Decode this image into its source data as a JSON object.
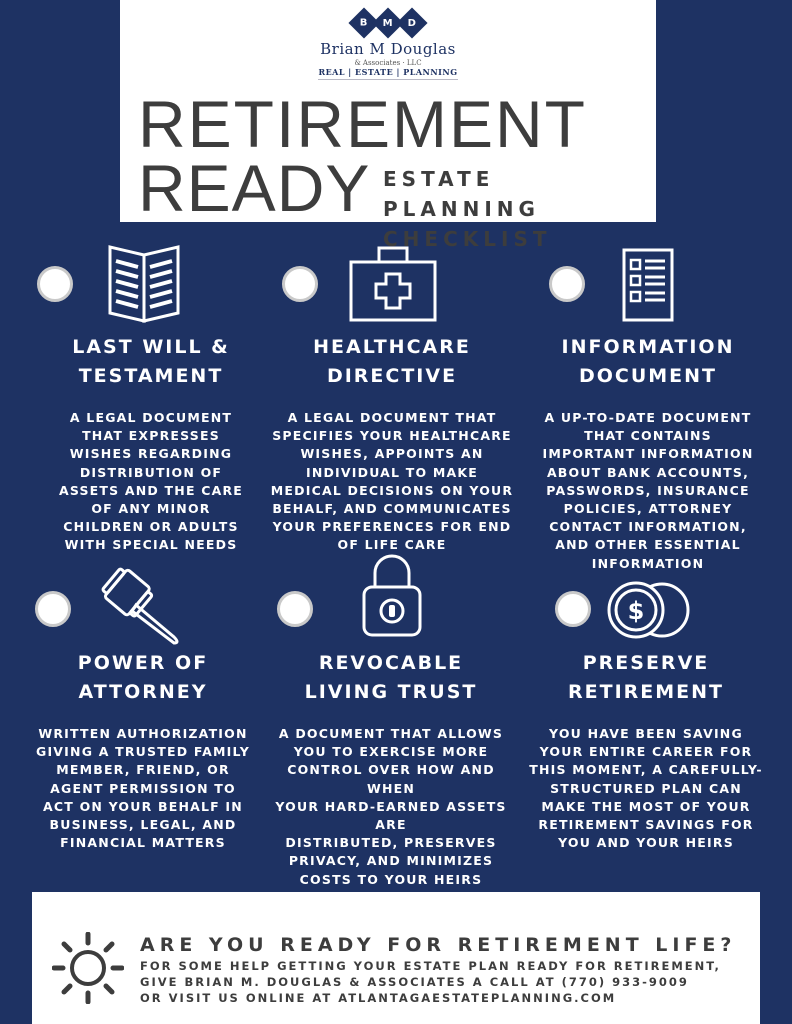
{
  "header": {
    "logo_letters": [
      "B",
      "M",
      "D"
    ],
    "logo_name": "Brian M Douglas",
    "logo_sub": "& Associates · LLC",
    "logo_tagline": "REAL | ESTATE | PLANNING",
    "title_line1": "RETIREMENT",
    "title_line2": "READY",
    "subtitle_line1": "ESTATE PLANNING",
    "subtitle_line2": "CHECKLIST"
  },
  "items": [
    {
      "title1": "LAST WILL &",
      "title2": "TESTAMENT",
      "desc": [
        "A LEGAL DOCUMENT",
        "THAT EXPRESSES",
        "WISHES REGARDING",
        "DISTRIBUTION OF",
        "ASSETS AND THE CARE",
        "OF ANY MINOR",
        "CHILDREN OR ADULTS",
        "WITH SPECIAL NEEDS"
      ],
      "icon": "open-book-icon"
    },
    {
      "title1": "HEALTHCARE",
      "title2": "DIRECTIVE",
      "desc": [
        "A LEGAL DOCUMENT THAT",
        "SPECIFIES YOUR HEALTHCARE",
        "WISHES, APPOINTS AN",
        "INDIVIDUAL  TO MAKE",
        "MEDICAL DECISIONS ON YOUR",
        "BEHALF, AND COMMUNICATES",
        "YOUR PREFERENCES FOR END",
        "OF LIFE CARE"
      ],
      "icon": "medical-kit-icon"
    },
    {
      "title1": "INFORMATION",
      "title2": "DOCUMENT",
      "desc": [
        "A UP-TO-DATE DOCUMENT",
        "THAT CONTAINS",
        "IMPORTANT INFORMATION",
        "ABOUT BANK ACCOUNTS,",
        "PASSWORDS, INSURANCE",
        "POLICIES, ATTORNEY",
        "CONTACT INFORMATION,",
        "AND OTHER ESSENTIAL",
        "INFORMATION"
      ],
      "icon": "checklist-icon"
    },
    {
      "title1": "POWER OF",
      "title2": "ATTORNEY",
      "desc": [
        "WRITTEN AUTHORIZATION",
        "GIVING A TRUSTED FAMILY",
        "MEMBER, FRIEND, OR",
        "AGENT PERMISSION TO",
        "ACT ON YOUR BEHALF IN",
        "BUSINESS, LEGAL, AND",
        "FINANCIAL MATTERS"
      ],
      "icon": "gavel-icon"
    },
    {
      "title1": "REVOCABLE",
      "title2": "LIVING TRUST",
      "desc": [
        "A DOCUMENT THAT ALLOWS",
        "YOU TO EXERCISE MORE",
        "CONTROL OVER HOW AND WHEN",
        "YOUR HARD-EARNED ASSETS ARE",
        "DISTRIBUTED, PRESERVES",
        "PRIVACY, AND  MINIMIZES",
        "COSTS TO YOUR HEIRS"
      ],
      "icon": "padlock-icon"
    },
    {
      "title1": "PRESERVE",
      "title2": "RETIREMENT",
      "desc": [
        "YOU HAVE BEEN SAVING",
        "YOUR ENTIRE CAREER FOR",
        "THIS MOMENT, A CAREFULLY-",
        "STRUCTURED PLAN CAN",
        "MAKE THE MOST OF YOUR",
        "RETIREMENT SAVINGS FOR",
        "YOU AND YOUR HEIRS"
      ],
      "icon": "coins-icon"
    }
  ],
  "footer": {
    "question": "ARE YOU READY FOR  RETIREMENT LIFE?",
    "line1": "FOR SOME HELP GETTING YOUR ESTATE PLAN READY FOR RETIREMENT,",
    "line2": "GIVE BRIAN M. DOUGLAS & ASSOCIATES A CALL AT (770) 933-9009",
    "line3": "OR VISIT US ONLINE AT ATLANTAGAESTATEPLANNING.COM",
    "icon": "sun-icon"
  },
  "colors": {
    "background": "#1e3263",
    "card": "#ffffff",
    "text_dark": "#3d3d3d"
  }
}
